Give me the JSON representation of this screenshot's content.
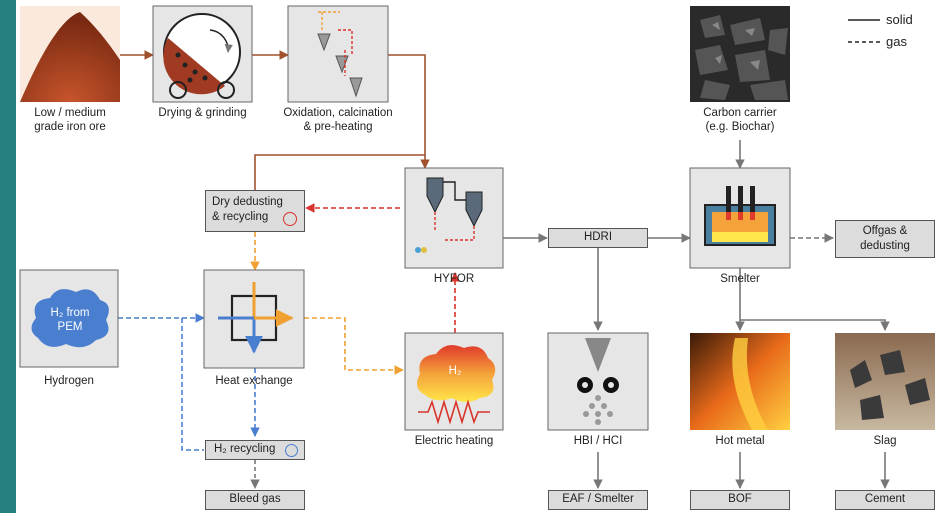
{
  "legend": {
    "solid": "solid",
    "gas": "gas"
  },
  "nodes": {
    "ore": "Low / medium\ngrade iron ore",
    "drying": "Drying & grinding",
    "oxidation": "Oxidation, calcination\n& pre-heating",
    "carbon": "Carbon carrier\n(e.g. Biochar)",
    "dry_dedusting": "Dry dedusting\n& recycling",
    "hyfor": "HYFOR",
    "hdri": "HDRI",
    "smelter": "Smelter",
    "offgas": "Offgas &\ndedusting",
    "hydrogen": "Hydrogen",
    "pem_cloud": "H₂ from\nPEM",
    "heat_exchange": "Heat exchange",
    "electric_heating": "Electric heating",
    "h2_cloud": "H₂",
    "hbi": "HBI / HCI",
    "hot_metal": "Hot metal",
    "slag": "Slag",
    "h2_recycling": "H₂ recycling",
    "bleed_gas": "Bleed gas",
    "eaf": "EAF / Smelter",
    "bof": "BOF",
    "cement": "Cement"
  },
  "colors": {
    "solid_line": "#a0522d",
    "grey_line": "#777777",
    "gas_red": "#d9342b",
    "gas_orange": "#f0a030",
    "gas_blue": "#4a7fd0",
    "accent": "#23807f"
  }
}
